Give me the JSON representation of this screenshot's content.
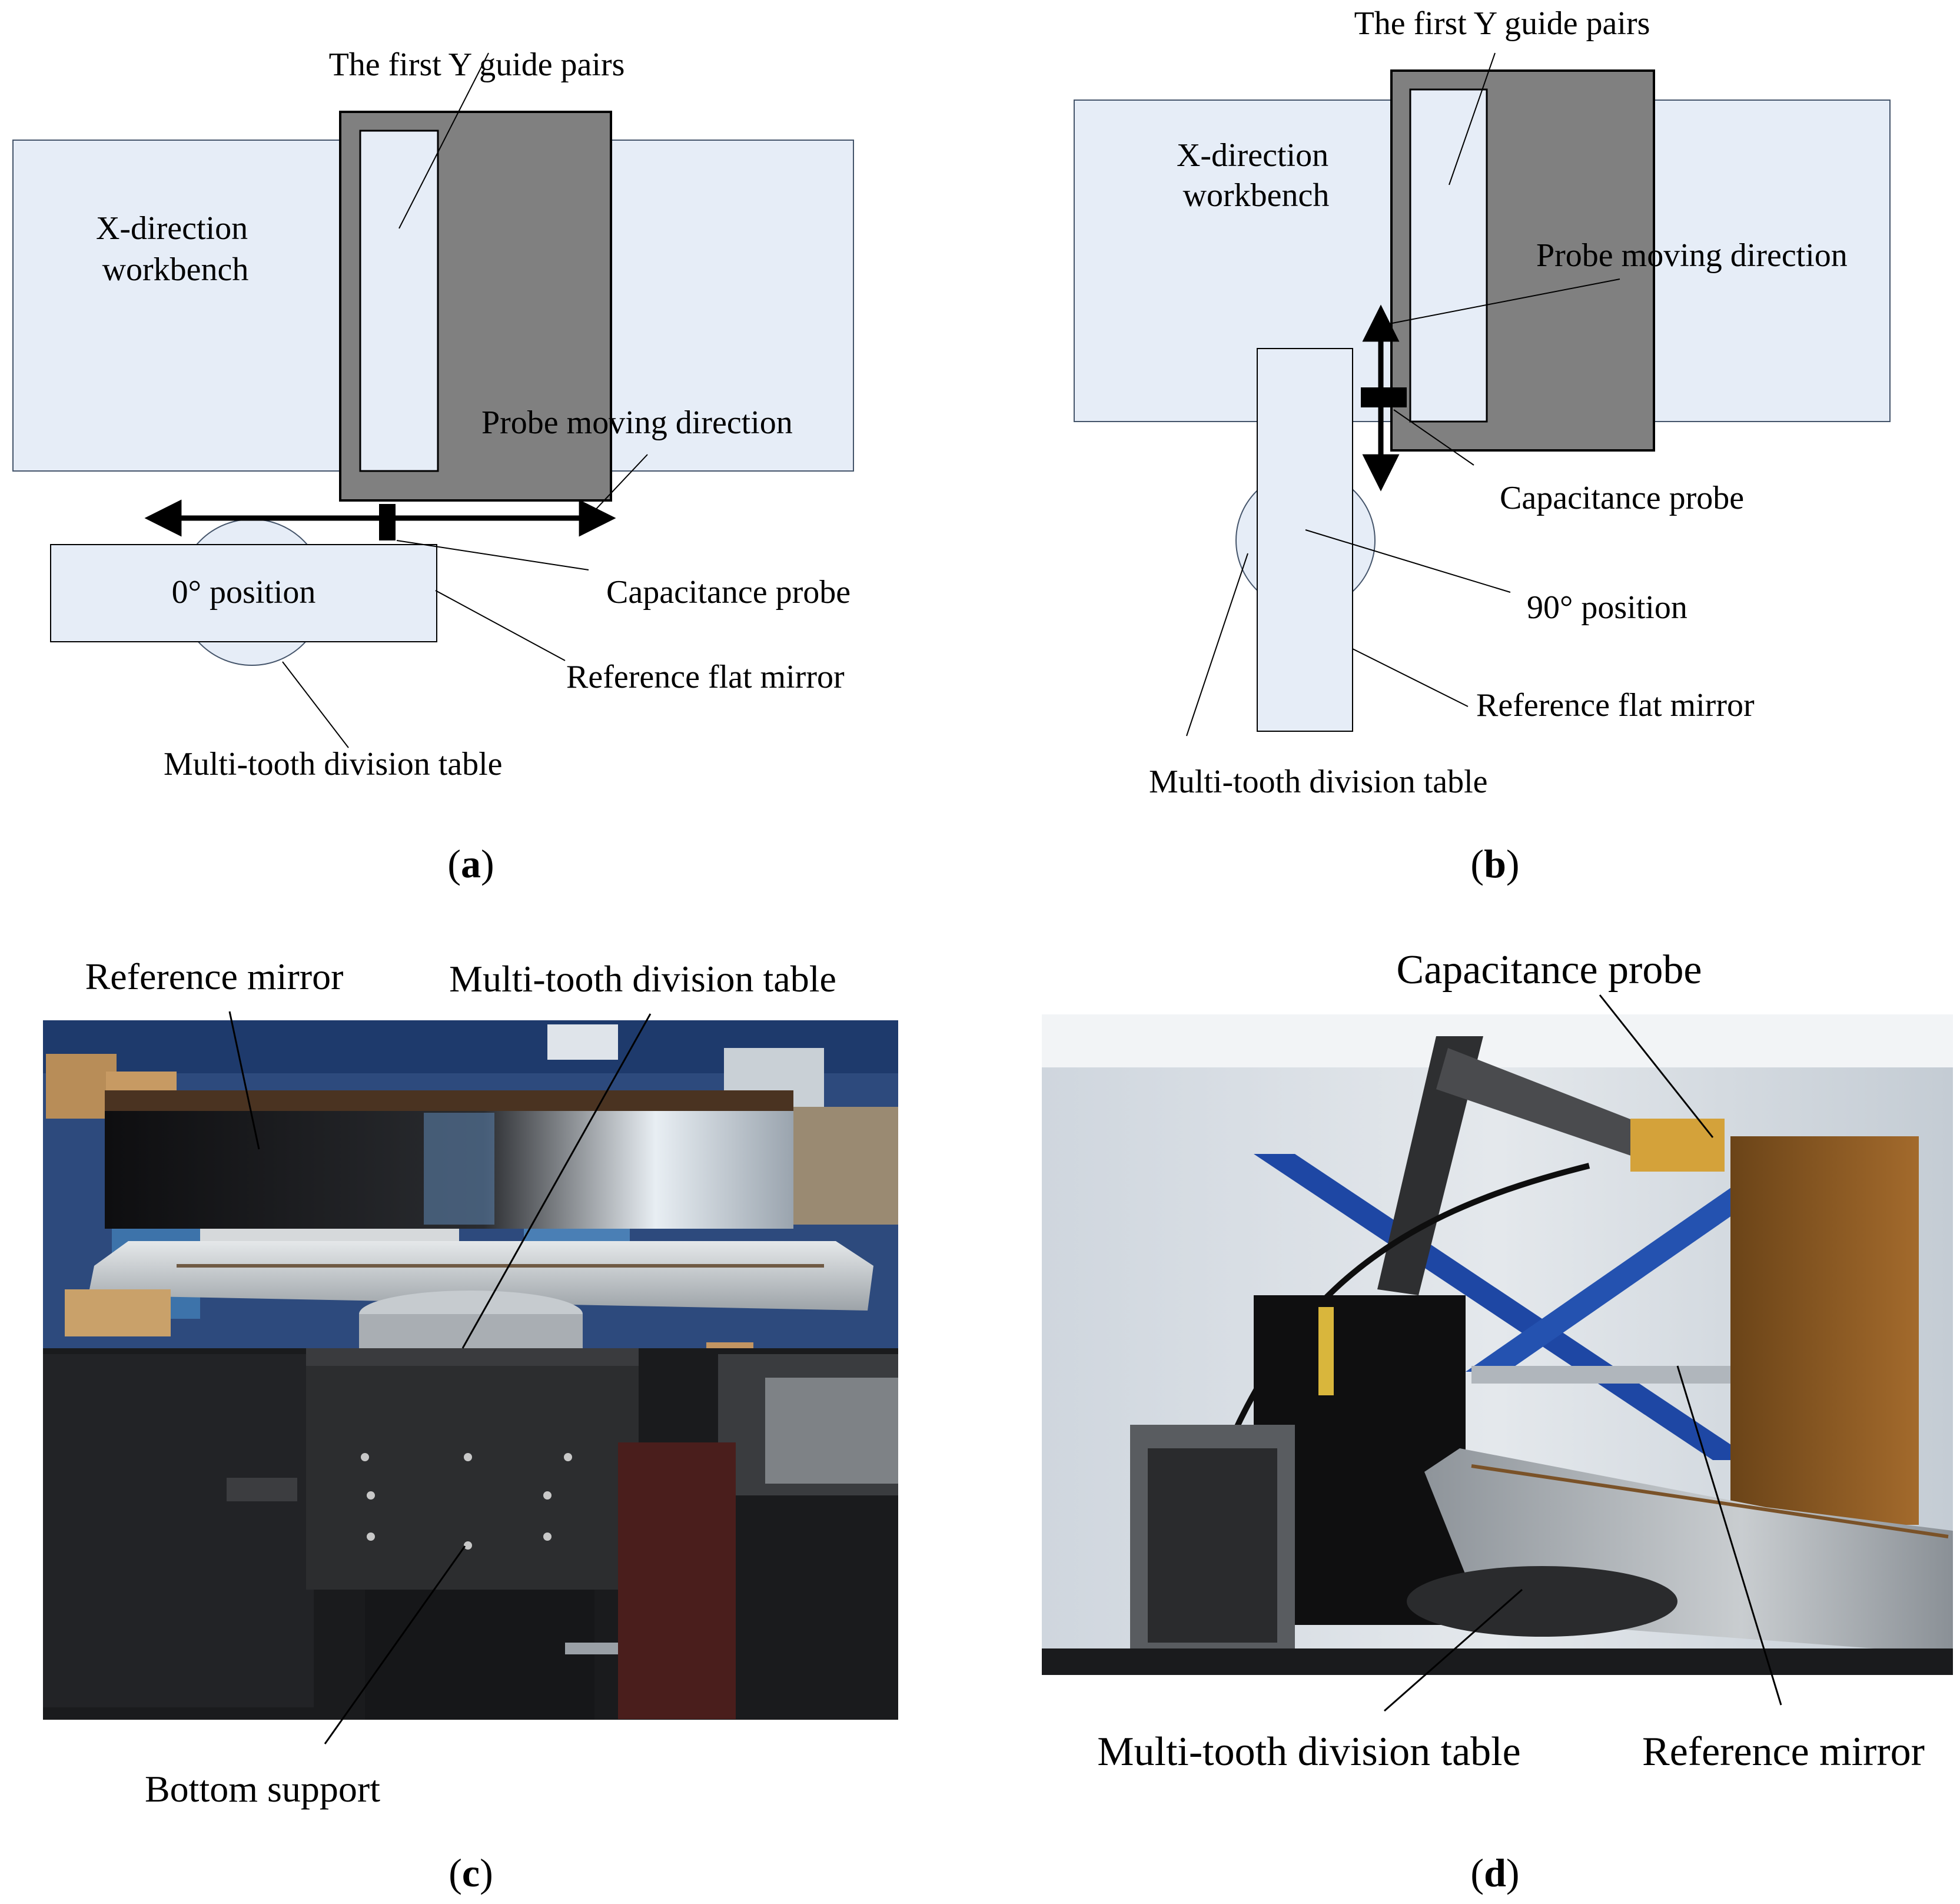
{
  "panel_a": {
    "guide_label": "The first Y guide pairs",
    "workbench_label_1": "X-direction",
    "workbench_label_2": "workbench",
    "probe_dir_label": "Probe moving direction",
    "position_label": "0° position",
    "probe_label": "Capacitance probe",
    "mirror_label": "Reference flat mirror",
    "table_label": "Multi-tooth division table",
    "caption_letter": "a"
  },
  "panel_b": {
    "guide_label": "The first Y guide pairs",
    "workbench_label_1": "X-direction",
    "workbench_label_2": "workbench",
    "probe_dir_label": "Probe moving direction",
    "probe_label": "Capacitance probe",
    "position_label": "90° position",
    "mirror_label": "Reference flat mirror",
    "table_label": "Multi-tooth division table",
    "caption_letter": "b"
  },
  "panel_c": {
    "mirror_label": "Reference mirror",
    "table_label": "Multi-tooth division table",
    "support_label": "Bottom support",
    "caption_letter": "c"
  },
  "panel_d": {
    "probe_label": "Capacitance probe",
    "table_label": "Multi-tooth division table",
    "mirror_label": "Reference mirror",
    "caption_letter": "d"
  },
  "colors": {
    "light_blue": "#e6edf7",
    "dark_gray": "#808080",
    "black": "#000000"
  }
}
